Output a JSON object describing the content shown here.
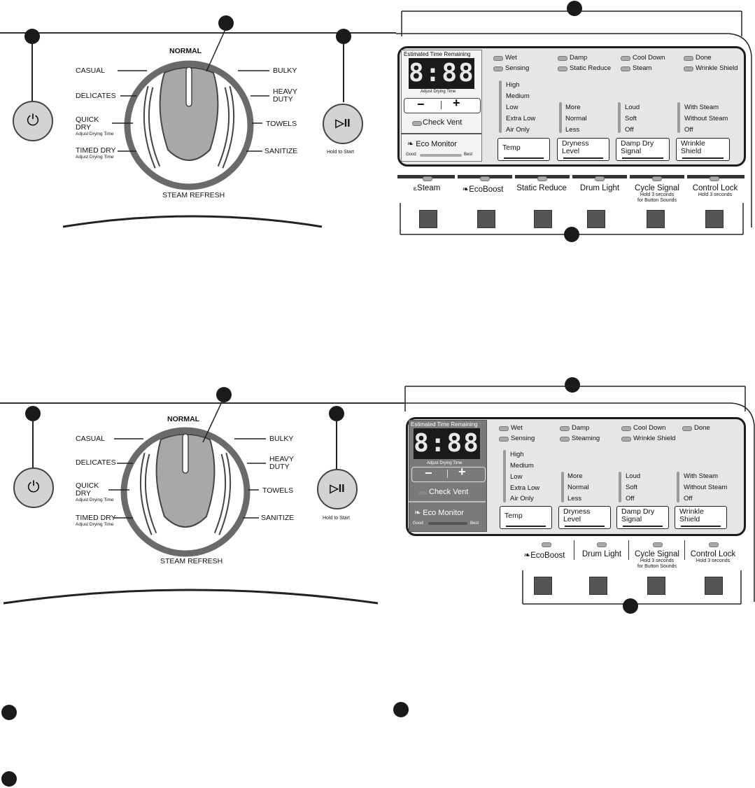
{
  "top": {
    "dial": {
      "normal": "NORMAL",
      "casual": "CASUAL",
      "delicates": "DELICATES",
      "quick_dry": "QUICK\nDRY",
      "quick_dry_sub": "Adjust Drying Time",
      "timed_dry": "TIMED DRY",
      "timed_dry_sub": "Adjust Drying Time",
      "bulky": "BULKY",
      "heavy_duty": "HEAVY\nDUTY",
      "towels": "TOWELS",
      "sanitize": "SANITIZE",
      "steam_refresh": "STEAM REFRESH"
    },
    "power_icon": "⏻",
    "start_icon": "▷II",
    "hold_to_start": "Hold to Start",
    "display": {
      "est_time": "Estimated Time Remaining",
      "digits": "8:88",
      "adjust": "Adjust Drying Time",
      "minus": "−",
      "plus": "+",
      "check_vent": "Check Vent",
      "eco_monitor": "Eco Monitor",
      "good": "Good",
      "best": "Best"
    },
    "status": {
      "col1": [
        "Wet",
        "Sensing"
      ],
      "col2": [
        "Damp",
        "Static Reduce"
      ],
      "col3": [
        "Cool Down",
        "Steam"
      ],
      "col4": [
        "Done",
        "Wrinkle Shield"
      ]
    },
    "temp_levels": [
      "High",
      "Medium",
      "Low",
      "Extra Low",
      "Air Only"
    ],
    "dryness_levels": [
      "More",
      "Normal",
      "Less"
    ],
    "signal_levels": [
      "Loud",
      "Soft",
      "Off"
    ],
    "wrinkle_levels": [
      "With Steam",
      "Without Steam",
      "Off"
    ],
    "buttons": {
      "temp": "Temp",
      "dryness": "Dryness\nLevel",
      "damp_dry": "Damp Dry\nSignal",
      "wrinkle": "Wrinkle\nShield"
    },
    "options": [
      {
        "label": "Steam",
        "sub": ""
      },
      {
        "label": "EcoBoost",
        "sub": ""
      },
      {
        "label": "Static Reduce",
        "sub": ""
      },
      {
        "label": "Drum Light",
        "sub": ""
      },
      {
        "label": "Cycle Signal",
        "sub": "Hold 3 seconds\nfor Button Sounds"
      },
      {
        "label": "Control Lock",
        "sub": "Hold 3 seconds"
      }
    ]
  },
  "bottom": {
    "dial": {
      "normal": "NORMAL",
      "casual": "CASUAL",
      "delicates": "DELICATES",
      "quick_dry": "QUICK\nDRY",
      "quick_dry_sub": "Adjust Drying Time",
      "timed_dry": "TIMED DRY",
      "timed_dry_sub": "Adjust Drying Time",
      "bulky": "BULKY",
      "heavy_duty": "HEAVY\nDUTY",
      "towels": "TOWELS",
      "sanitize": "SANITIZE",
      "steam_refresh": "STEAM REFRESH"
    },
    "power_icon": "⏻",
    "start_icon": "▷II",
    "hold_to_start": "Hold to Start",
    "display": {
      "est_time": "Estimated Time Remaining",
      "digits": "8:88",
      "adjust": "Adjust Drying Time",
      "minus": "−",
      "plus": "+",
      "check_vent": "Check Vent",
      "eco_monitor": "Eco Monitor",
      "good": "Good",
      "best": "Best"
    },
    "status": {
      "col1": [
        "Wet",
        "Sensing"
      ],
      "col2": [
        "Damp",
        "Steaming"
      ],
      "col3": [
        "Cool Down",
        "Wrinkle Shield"
      ],
      "col4": [
        "Done",
        ""
      ]
    },
    "temp_levels": [
      "High",
      "Medium",
      "Low",
      "Extra Low",
      "Air Only"
    ],
    "dryness_levels": [
      "More",
      "Normal",
      "Less"
    ],
    "signal_levels": [
      "Loud",
      "Soft",
      "Off"
    ],
    "wrinkle_levels": [
      "With Steam",
      "Without Steam",
      "Off"
    ],
    "buttons": {
      "temp": "Temp",
      "dryness": "Dryness\nLevel",
      "damp_dry": "Damp Dry\nSignal",
      "wrinkle": "Wrinkle\nShield"
    },
    "options": [
      {
        "label": "EcoBoost",
        "sub": ""
      },
      {
        "label": "Drum Light",
        "sub": ""
      },
      {
        "label": "Cycle Signal",
        "sub": "Hold 3 seconds\nfor Button Sounds"
      },
      {
        "label": "Control Lock",
        "sub": "Hold 3 seconds"
      }
    ]
  },
  "colors": {
    "callout": "#1a1a1a",
    "dial_ring": "#6a6a6a",
    "knob": "#a8a8a8",
    "panel": "#e6e6e6",
    "display_bg": "#1a1a1a"
  }
}
